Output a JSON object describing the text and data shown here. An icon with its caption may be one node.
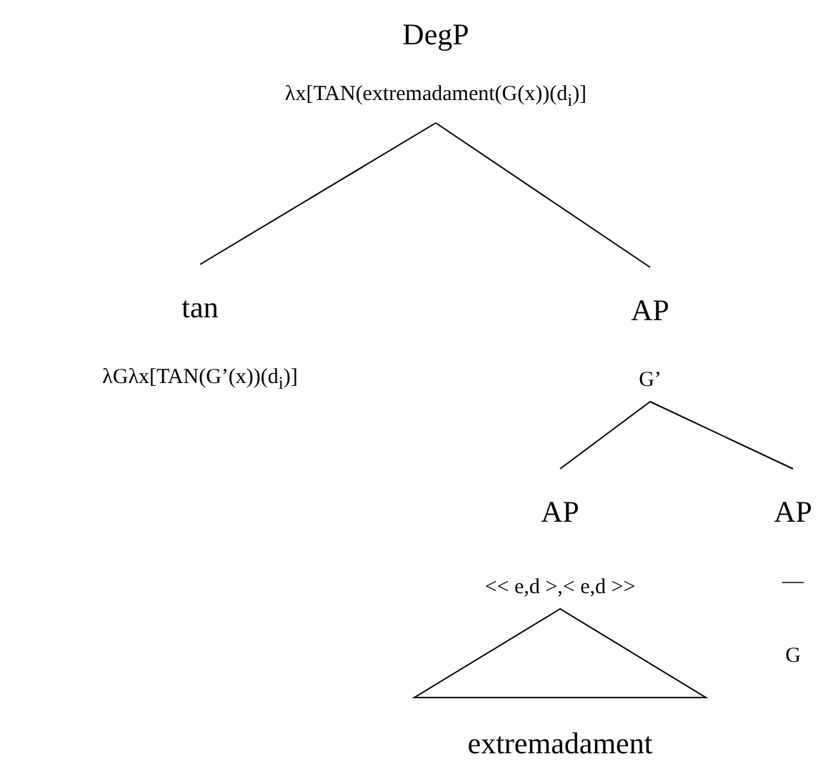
{
  "diagram": {
    "nodes": [
      {
        "text": [
          "DegP",
          "λx[TAN(extremadament(G(x))(d$_{i}$)]"
        ]
      },
      {
        "text": [
          "tan",
          "λGλx[TAN(G’(x))(d$_{i}$)]"
        ]
      },
      {
        "text": [
          "AP",
          "G’"
        ]
      },
      {
        "text": [
          "AP",
          "<< e,d >,< e,d >>"
        ]
      },
      {
        "text": [
          "AP",
          "—",
          "G"
        ]
      },
      {
        "text": [
          "extremadament"
        ]
      }
    ],
    "edges": [
      {
        "from": 0,
        "to": 1,
        "arrow": "none"
      },
      {
        "from": 0,
        "to": 2,
        "arrow": "none"
      },
      {
        "from": 2,
        "to": 3,
        "arrow": "none"
      },
      {
        "from": 2,
        "to": 4,
        "arrow": "none"
      },
      {
        "from": 3,
        "to": 5,
        "arrow": "none"
      }
    ]
  }
}
